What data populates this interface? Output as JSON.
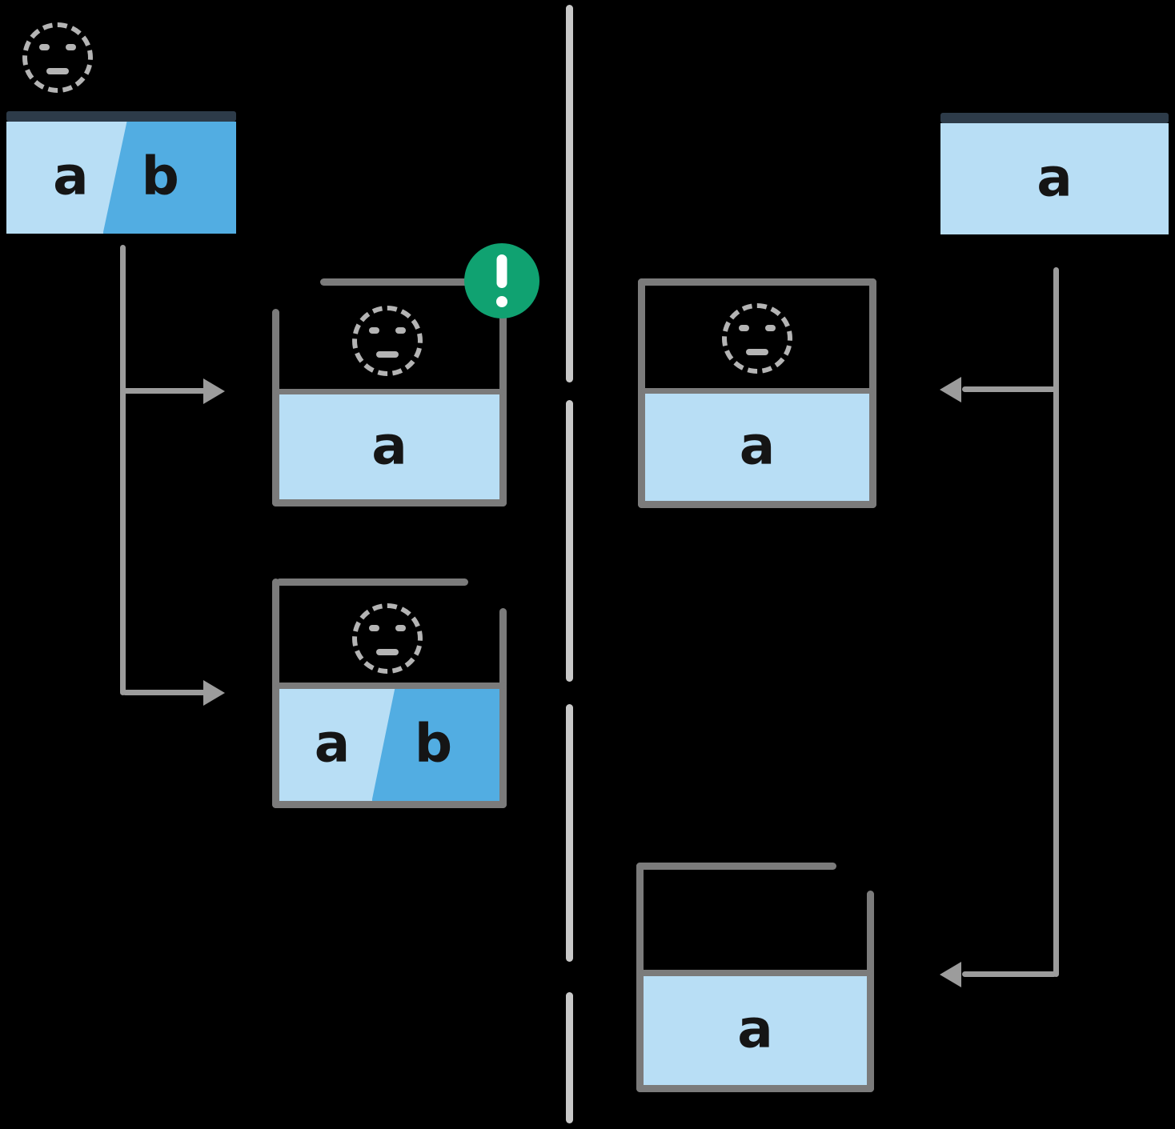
{
  "scene": {
    "description": "Hand-drawn diagram: left flow splits a memory bar with segments a and b toward two child boxes; right flow copies a memory bar with segment a toward two child boxes; a vertical divider separates the two flows.",
    "badge_symbol": "!"
  },
  "colors": {
    "background": "#000000",
    "light_blue": "#b8def5",
    "medium_blue": "#52ade2",
    "navy": "#2d3b49",
    "box_border": "#7b7b7b",
    "connector": "#9c9c9c",
    "divider": "#c8c8c8",
    "icon_gray": "#b4b4b4",
    "badge_green": "#10a271",
    "letter": "#151515",
    "white": "#ffffff"
  },
  "left_flow": {
    "parent_bar": {
      "segments": [
        {
          "label": "a"
        },
        {
          "label": "b"
        }
      ]
    },
    "child_top": {
      "label": "a",
      "badge": "!"
    },
    "child_bottom": {
      "segments": [
        {
          "label": "a"
        },
        {
          "label": "b"
        }
      ]
    }
  },
  "right_flow": {
    "parent_bar": {
      "label": "a"
    },
    "child_top": {
      "label": "a"
    },
    "child_bottom": {
      "label": "a"
    }
  }
}
